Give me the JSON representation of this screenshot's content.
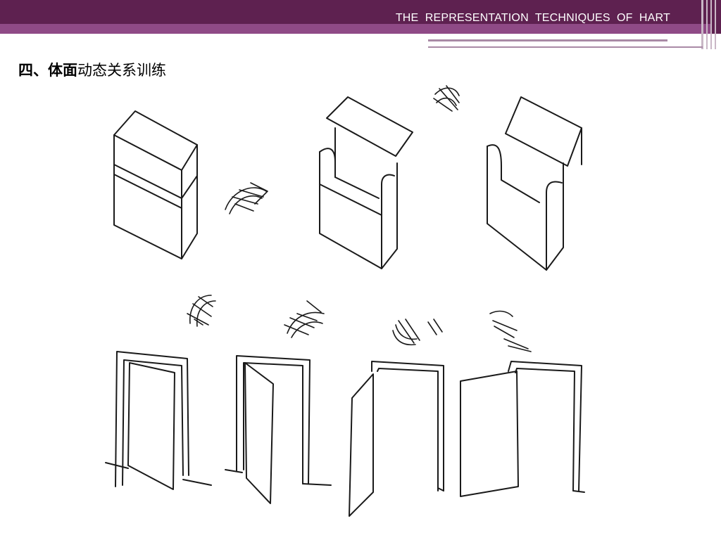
{
  "header": {
    "title": "THE  REPRESENTATION  TECHNIQUES  OF  HART"
  },
  "section": {
    "heading_bold": "四、体面",
    "heading_rest": "动态关系训练"
  },
  "figure": {
    "top_row_icon": "cabinet-box-icon",
    "bottom_row_icon": "door-frame-icon",
    "arrow_icon": "curved-arrow-icon",
    "stroke_color": "#1a1a1a"
  }
}
